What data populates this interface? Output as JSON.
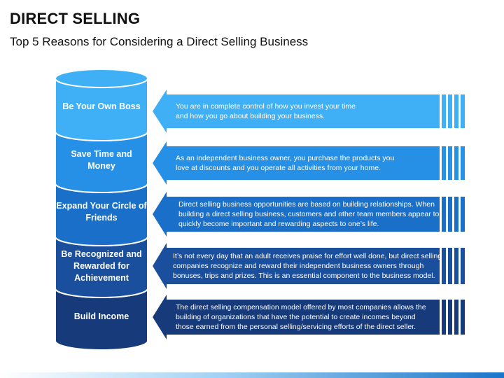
{
  "header": {
    "title": "DIRECT SELLING",
    "subtitle": "Top 5 Reasons for Considering a Direct Selling Business"
  },
  "colors": {
    "segments": [
      "#3fb0f5",
      "#2590e6",
      "#1a6fc9",
      "#1a4f9e",
      "#163a7a"
    ]
  },
  "items": [
    {
      "label": "Be Your Own Boss",
      "description_lines": [
        "You are in complete control of how you invest your time",
        "and how you go about building your business."
      ]
    },
    {
      "label": "Save Time and Money",
      "description_lines": [
        "As an independent business owner, you purchase the products you",
        "love at discounts and you operate all activities from your home."
      ]
    },
    {
      "label": "Expand Your Circle of Friends",
      "description_lines": [
        "Direct selling business opportunities are based on building relationships. When",
        "building a direct selling business, customers and other team members appear to",
        "quickly become important and rewarding aspects to one’s life."
      ]
    },
    {
      "label": "Be Recognized and Rewarded for Achievement",
      "description_lines": [
        "It’s not every day that an adult receives praise for effort well done, but direct selling",
        "companies recognize and reward their independent business owners through",
        "bonuses, trips and prizes. This is an essential component to the business model."
      ]
    },
    {
      "label": "Build Income",
      "description_lines": [
        "The direct selling compensation model offered by most companies allows the",
        "building of organizations that have the potential to create incomes beyond",
        "those earned from the personal selling/servicing efforts of the direct seller."
      ]
    }
  ]
}
